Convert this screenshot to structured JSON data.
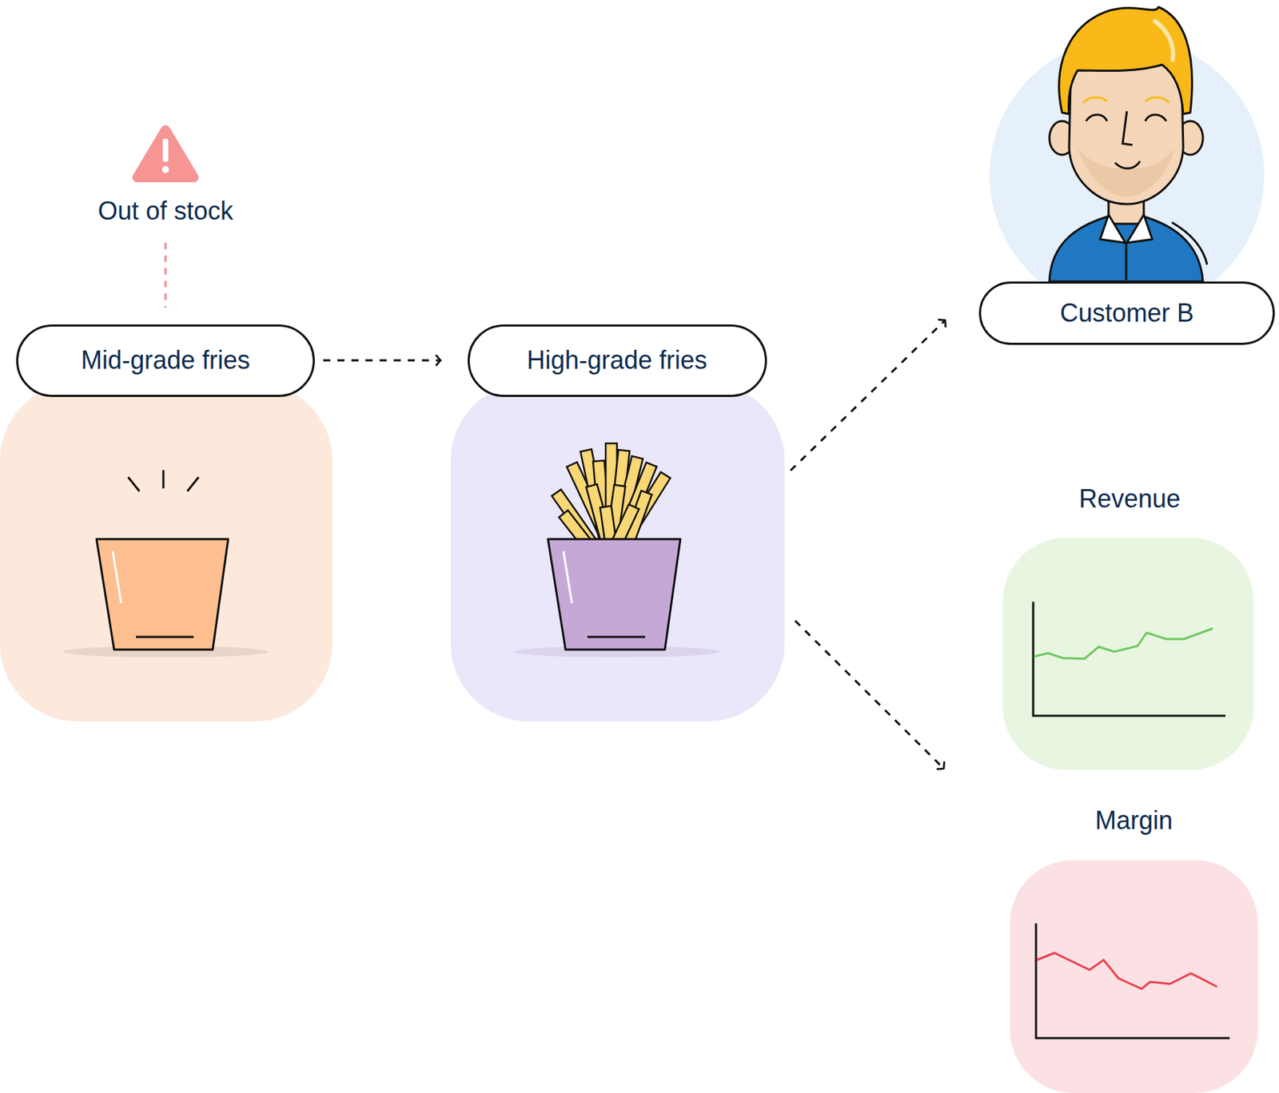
{
  "diagram": {
    "nodes": [
      {
        "text": [
          "Mid-grade fries"
        ]
      },
      {
        "text": [
          "High-grade fries"
        ]
      },
      {
        "text": [
          "Customer B"
        ]
      }
    ],
    "edges": [
      {
        "from": 0,
        "to": 1,
        "arrow": "to"
      },
      {
        "from": 1,
        "to": 2,
        "arrow": "to"
      }
    ],
    "labels": [
      "Out of stock",
      "Revenue",
      "Margin"
    ]
  }
}
